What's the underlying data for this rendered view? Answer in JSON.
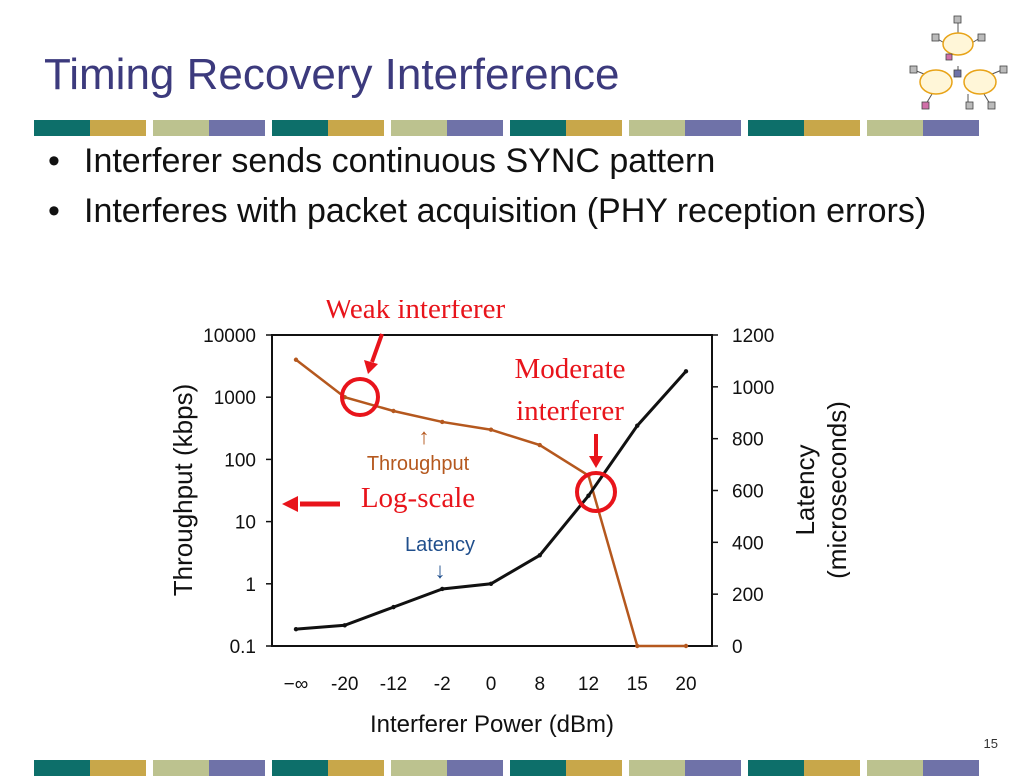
{
  "slide": {
    "title": "Timing Recovery Interference",
    "bullets": [
      "Interferer sends continuous SYNC pattern",
      "Interferes with packet acquisition (PHY reception errors)"
    ],
    "page_number": "15",
    "bullet_glyph": "•"
  },
  "colors": {
    "title": "#3c3a7d",
    "stripe": [
      "#0d6f6a",
      "#c8a74a",
      "#bcc28f",
      "#6f72a8"
    ],
    "throughput": "#b5581e",
    "latency": "#111111",
    "annotation": "#e8141b"
  },
  "chart_data": {
    "type": "line",
    "categories": [
      "−∞",
      "-20",
      "-12",
      "-2",
      "0",
      "8",
      "12",
      "15",
      "20"
    ],
    "xlabel": "Interferer Power (dBm)",
    "ylabel_left": "Throughput (kbps)",
    "ylabel_right_lines": [
      "Latency",
      "(microseconds)"
    ],
    "y_left": {
      "scale": "log",
      "range": [
        0.1,
        10000
      ],
      "ticks": [
        "0.1",
        "1",
        "10",
        "100",
        "1000",
        "10000"
      ]
    },
    "y_right": {
      "scale": "linear",
      "range": [
        0,
        1200
      ],
      "ticks": [
        "0",
        "200",
        "400",
        "600",
        "800",
        "1000",
        "1200"
      ]
    },
    "grid": false,
    "series": [
      {
        "name": "Throughput",
        "axis": "left",
        "values": [
          4000,
          1000,
          600,
          400,
          300,
          170,
          55,
          0.1,
          0.1
        ]
      },
      {
        "name": "Latency",
        "axis": "right",
        "values": [
          65,
          80,
          150,
          220,
          240,
          350,
          580,
          850,
          1060
        ]
      }
    ],
    "series_labels": {
      "throughput": {
        "text": "Throughput",
        "arrow": "↑"
      },
      "latency": {
        "text": "Latency",
        "arrow": "↓"
      }
    },
    "annotations": {
      "weak": "Weak interferer",
      "moderate_lines": [
        "Moderate",
        "interferer"
      ],
      "log_scale": "Log-scale"
    }
  }
}
